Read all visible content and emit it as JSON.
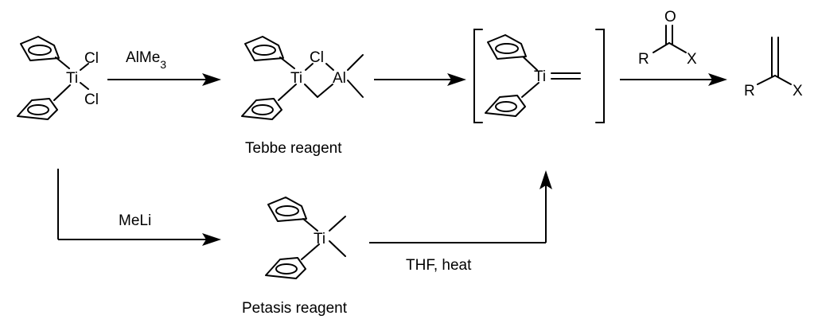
{
  "cp2ticl2": {
    "metal": "Ti",
    "ligand_top": "Cl",
    "ligand_bottom": "Cl"
  },
  "step1": {
    "reagent": "AlMe3"
  },
  "tebbe": {
    "metal": "Ti",
    "bridge_cl": "Cl",
    "aluminum": "Al",
    "caption": "Tebbe reagent"
  },
  "carbene": {
    "metal": "Ti"
  },
  "carbonyl": {
    "oxygen": "O",
    "r_group": "R",
    "x_group": "X"
  },
  "product": {
    "r_group": "R",
    "x_group": "X"
  },
  "step_methyl": {
    "reagent": "MeLi"
  },
  "petasis": {
    "metal": "Ti",
    "caption": "Petasis reagent"
  },
  "step_heat": {
    "condition": "THF, heat"
  }
}
